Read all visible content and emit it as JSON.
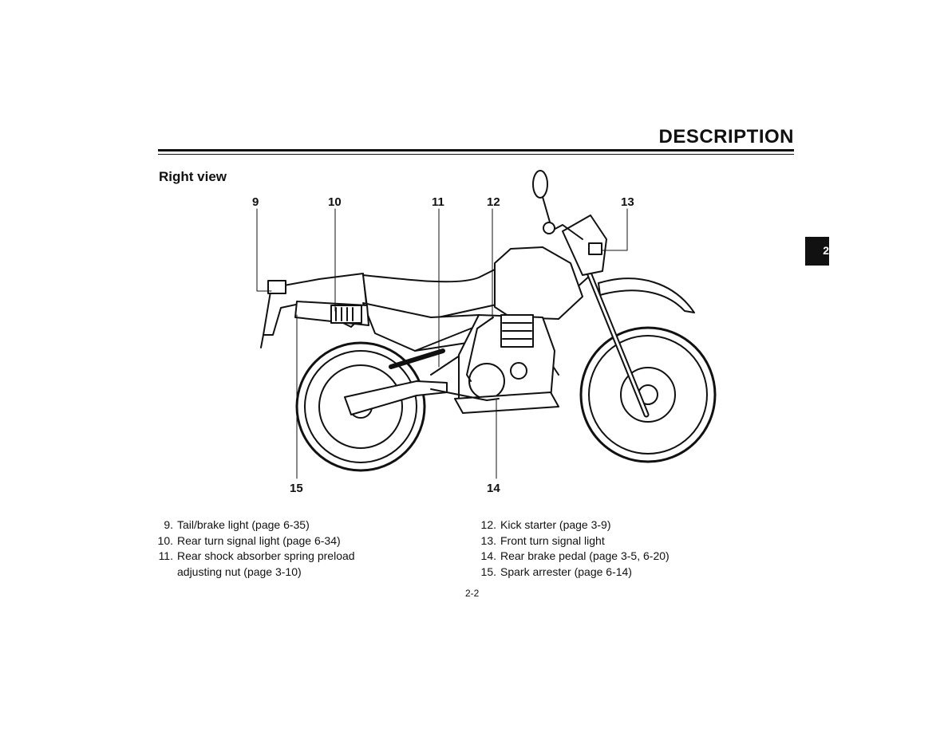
{
  "header": {
    "title": "DESCRIPTION"
  },
  "section": {
    "title": "Right view"
  },
  "chapter_tab": {
    "label": "2"
  },
  "callouts": {
    "c9": "9",
    "c10": "10",
    "c11": "11",
    "c12": "12",
    "c13": "13",
    "c14": "14",
    "c15": "15"
  },
  "legend_left": [
    {
      "num": "9.",
      "text": "Tail/brake light (page 6-35)"
    },
    {
      "num": "10.",
      "text": "Rear turn signal light (page 6-34)"
    },
    {
      "num": "11.",
      "text": "Rear shock absorber spring preload"
    }
  ],
  "legend_left_cont": "adjusting nut (page 3-10)",
  "legend_right": [
    {
      "num": "12.",
      "text": "Kick starter (page 3-9)"
    },
    {
      "num": "13.",
      "text": "Front turn signal light"
    },
    {
      "num": "14.",
      "text": "Rear brake pedal (page 3-5, 6-20)"
    },
    {
      "num": "15.",
      "text": "Spark arrester (page 6-14)"
    }
  ],
  "footer": {
    "page_number": "2-2"
  },
  "illustration": {
    "subject": "motorcycle-right-side-line-drawing"
  }
}
